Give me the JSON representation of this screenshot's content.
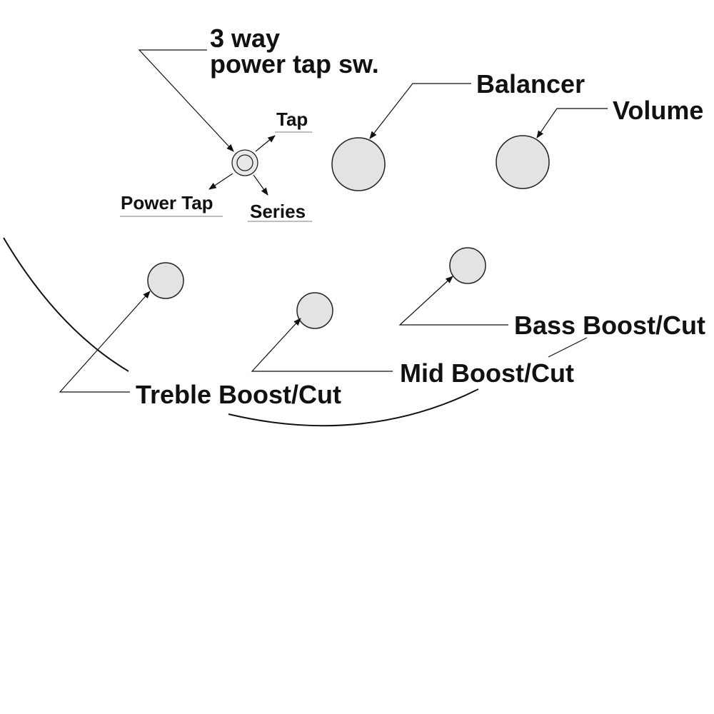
{
  "labels": {
    "switch_line1": "3 way",
    "switch_line2": "power tap sw.",
    "tap": "Tap",
    "power_tap": "Power Tap",
    "series": "Series",
    "balancer": "Balancer",
    "volume": "Volume",
    "bass": "Bass Boost/Cut",
    "mid": "Mid Boost/Cut",
    "treble": "Treble Boost/Cut"
  },
  "colors": {
    "knob_fill": "#e3e3e3",
    "knob_stroke": "#222222",
    "line": "#111111",
    "text": "#111111"
  }
}
